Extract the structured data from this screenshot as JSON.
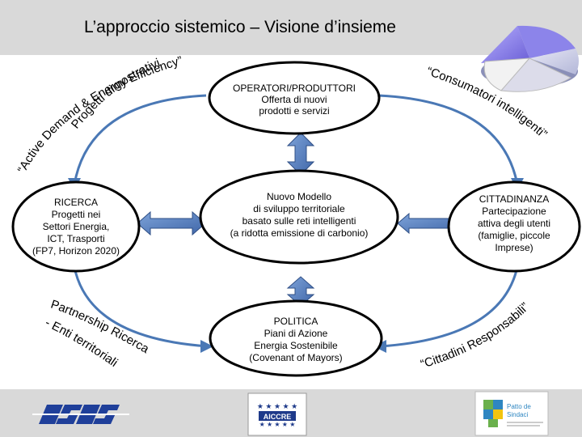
{
  "title": "L’approccio sistemico – Visione d’insieme",
  "nodes": {
    "top": [
      "OPERATORI/PRODUTTORI",
      "Offerta di nuovi",
      "prodotti e servizi"
    ],
    "center": [
      "Nuovo Modello",
      "di sviluppo territoriale",
      "basato sulle reti intelligenti",
      "(a ridotta emissione di carbonio)"
    ],
    "left": [
      "RICERCA",
      "Progetti nei",
      "Settori Energia,",
      "ICT, Trasporti",
      "(FP7, Horizon 2020)"
    ],
    "right": [
      "CITTADINANZA",
      "Partecipazione",
      "attiva degli utenti",
      "(famiglie, piccole",
      "Imprese)"
    ],
    "bottom": [
      "POLITICA",
      "Piani di Azione",
      "Energia Sostenibile",
      "(Covenant of Mayors)"
    ]
  },
  "arc_texts": {
    "top_left_1": "Progetti dimostrativi",
    "top_left_2": "“Active Demand & Energy Efficiency”",
    "top_right_1": "“Consumatori intelligenti”",
    "bottom_left_1": "Partnership Ricerca",
    "bottom_left_2": "- Enti territoriali",
    "bottom_right_1": "“Cittadini Responsabili”"
  },
  "logos": {
    "aiccre": "AICCRE",
    "patto_1": "Patto de",
    "patto_2": "Sindaci"
  },
  "colors": {
    "header_bg": "#d9d9d9",
    "arrow_blue": "#4a78b5",
    "arrow_light": "#7fa6d8",
    "node_stroke": "#000000",
    "logo_blue": "#1f3f9a",
    "aiccre_blue": "#1e3a8a",
    "patto_green": "#6ab04c"
  },
  "icons": {
    "top_right": "pie-chart-3d-icon"
  }
}
